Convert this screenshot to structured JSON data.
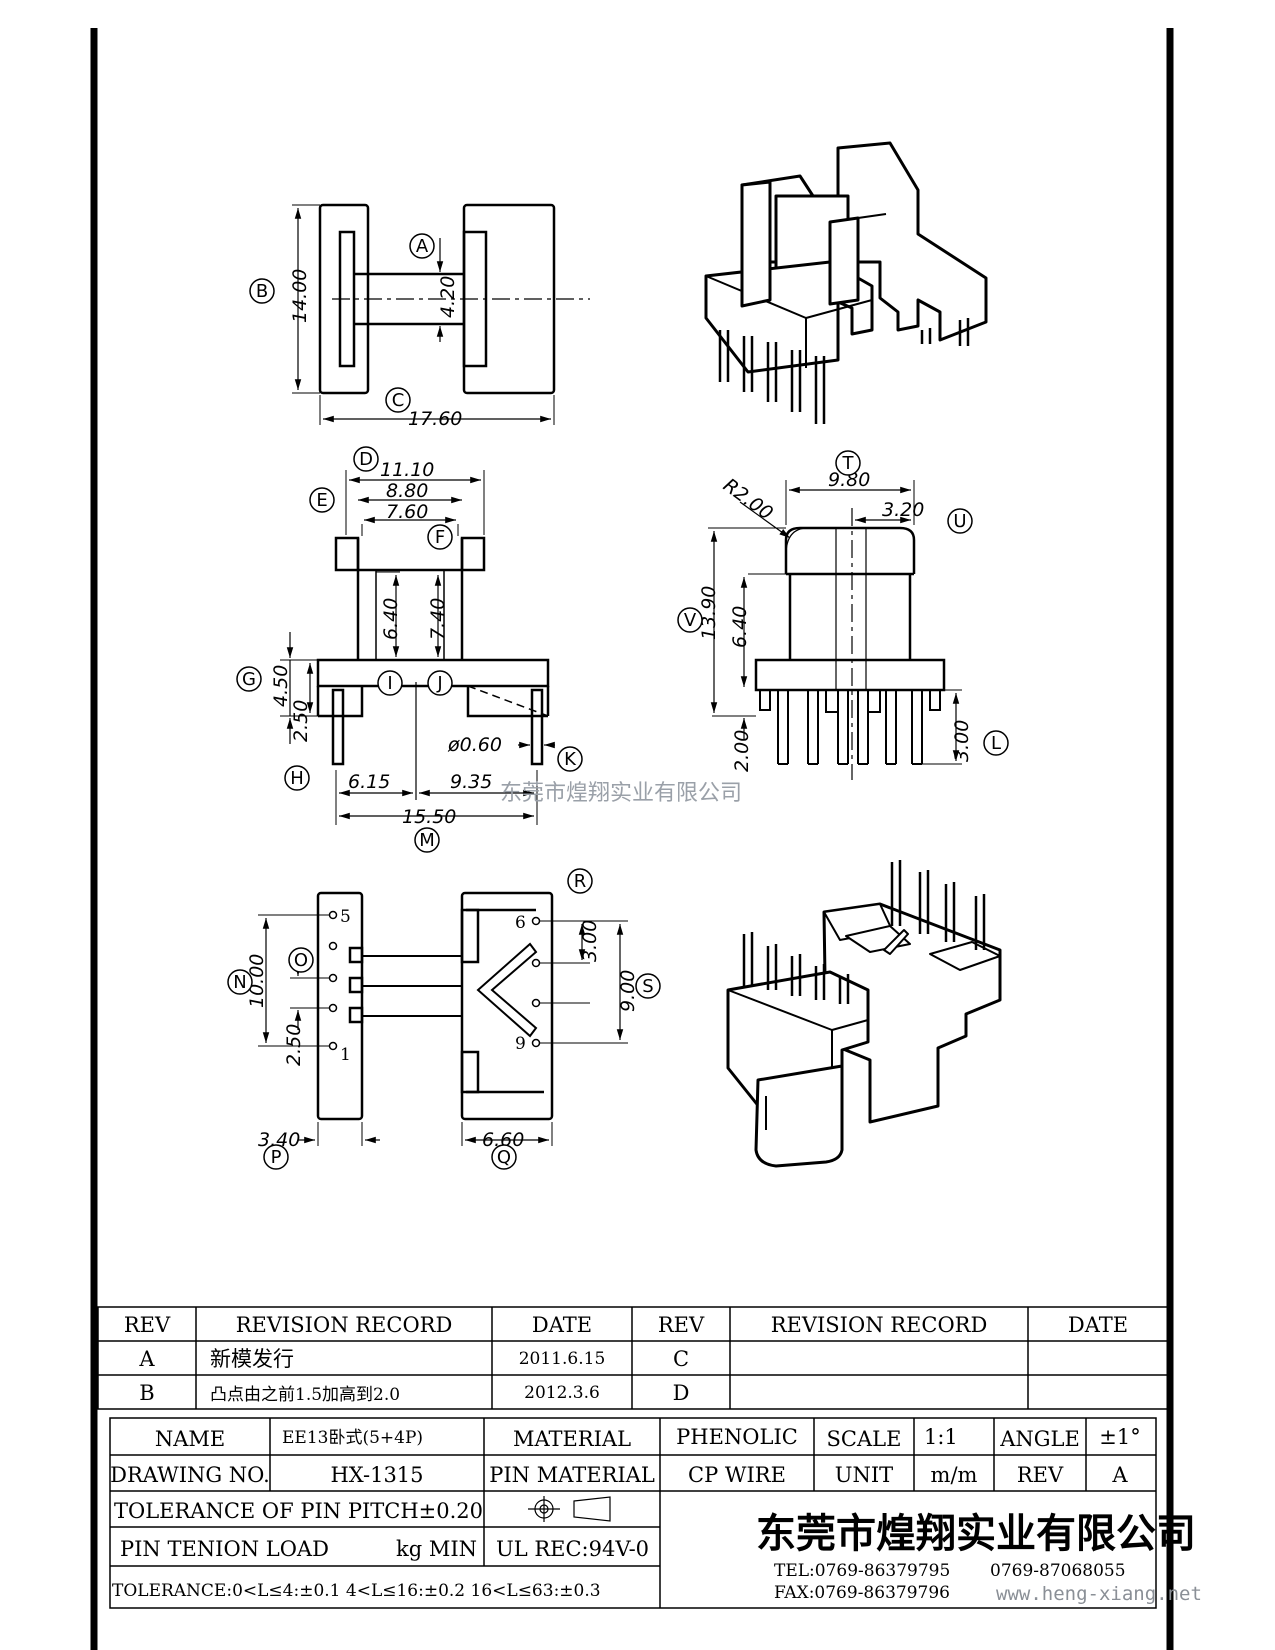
{
  "watermark": {
    "center": "东莞市煌翔实业有限公司",
    "bottom": "www.heng-xiang.net"
  },
  "labels": {
    "A": "A",
    "B": "B",
    "C": "C",
    "D": "D",
    "E": "E",
    "F": "F",
    "G": "G",
    "H": "H",
    "I": "I",
    "J": "J",
    "K": "K",
    "L": "L",
    "M": "M",
    "N": "N",
    "O": "O",
    "P": "P",
    "Q": "Q",
    "R": "R",
    "S": "S",
    "T": "T",
    "U": "U",
    "V": "V"
  },
  "dims": {
    "d1400": "14.00",
    "d420": "4.20",
    "d1760": "17.60",
    "d1110": "11.10",
    "d880": "8.80",
    "d760": "7.60",
    "d640a": "6.40",
    "d740": "7.40",
    "d450": "4.50",
    "d250a": "2.50",
    "d060": "ø0.60",
    "d615": "6.15",
    "d935": "9.35",
    "d1550": "15.50",
    "dR200": "R2.00",
    "d980": "9.80",
    "d320": "3.20",
    "d1390": "13.90",
    "d640b": "6.40",
    "d200": "2.00",
    "d300a": "3.00",
    "d1000": "10.00",
    "d250b": "2.50",
    "d340": "3.40",
    "d660": "6.60",
    "d300b": "3.00",
    "d900": "9.00"
  },
  "pins": {
    "p5": "5",
    "p1": "1",
    "p6": "6",
    "p9": "9"
  },
  "revision": {
    "headers": [
      "REV",
      "REVISION RECORD",
      "DATE",
      "REV",
      "REVISION RECORD",
      "DATE"
    ],
    "rows": [
      {
        "rev": "A",
        "record": "新模发行",
        "date": "2011.6.15",
        "rev2": "C",
        "record2": "",
        "date2": ""
      },
      {
        "rev": "B",
        "record": "凸点由之前1.5加高到2.0",
        "date": "2012.3.6",
        "rev2": "D",
        "record2": "",
        "date2": ""
      }
    ]
  },
  "title_block": {
    "name_label": "NAME",
    "name_value": "EE13卧式(5+4P)",
    "material_label": "MATERIAL",
    "material_value": "PHENOLIC",
    "scale_label": "SCALE",
    "scale_value": "1:1",
    "angle_label": "ANGLE",
    "angle_value": "±1°",
    "drawing_no_label": "DRAWING NO.",
    "drawing_no_value": "HX-1315",
    "pin_material_label": "PIN MATERIAL",
    "pin_material_value": "CP WIRE",
    "unit_label": "UNIT",
    "unit_value": "m/m",
    "rev_label": "REV",
    "rev_value": "A",
    "tolerance_pitch": "TOLERANCE OF PIN PITCH±0.20",
    "pin_tension": "PIN TENION LOAD",
    "pin_tension_unit": "kg MIN",
    "ul_rec": "UL REC:94V-0",
    "tolerance_general": "TOLERANCE:0<L≤4:±0.1  4<L≤16:±0.2  16<L≤63:±0.3",
    "company": "东莞市煌翔实业有限公司",
    "tel": "TEL:0769-86379795",
    "tel2": "0769-87068055",
    "fax": "FAX:0769-86379796"
  }
}
